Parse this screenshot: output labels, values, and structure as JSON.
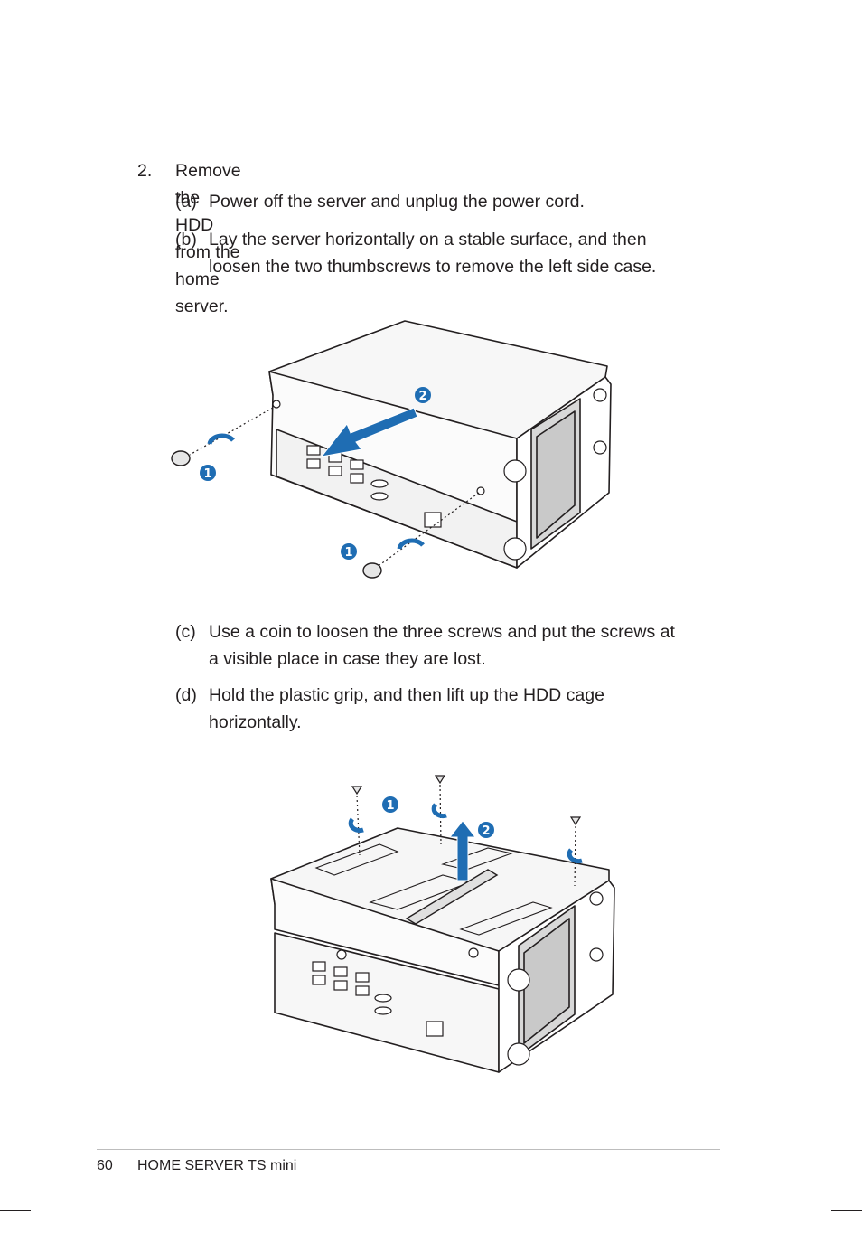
{
  "step": {
    "number": "2.",
    "text": "Remove the HDD from the home server."
  },
  "substeps": [
    {
      "label": "(a)",
      "lines": [
        "Power off the server and unplug the power cord."
      ]
    },
    {
      "label": "(b)",
      "lines": [
        "Lay the server horizontally on a stable surface, and then",
        "loosen the two thumbscrews to remove the left side case."
      ]
    },
    {
      "label": "(c)",
      "lines": [
        "Use a coin to loosen the three screws and put the screws at",
        "a visible place in case they are lost."
      ]
    },
    {
      "label": "(d)",
      "lines": [
        "Hold the plastic grip, and then lift up the HDD cage",
        "horizontally."
      ]
    }
  ],
  "figure1": {
    "callouts": [
      "2",
      "1",
      "1"
    ]
  },
  "figure2": {
    "callouts": [
      "1",
      "2"
    ]
  },
  "footer": {
    "page_number": "60",
    "title": "HOME SERVER TS mini"
  },
  "colors": {
    "callout_blue": "#1f6db3",
    "text": "#231f20"
  }
}
